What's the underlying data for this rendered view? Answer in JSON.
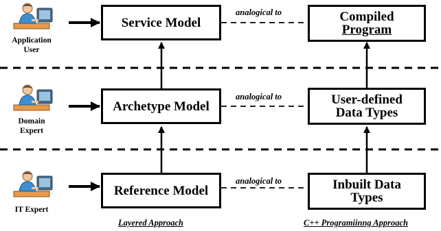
{
  "actors": [
    {
      "label_line1": "Application",
      "label_line2": "User"
    },
    {
      "label_line1": "Domain",
      "label_line2": "Expert"
    },
    {
      "label_line1": "IT Expert",
      "label_line2": ""
    }
  ],
  "layered_boxes": [
    "Service Model",
    "Archetype Model",
    "Reference Model"
  ],
  "cpp_boxes": [
    {
      "line1": "Compiled",
      "line2": "Program"
    },
    {
      "line1": "User-defined",
      "line2": "Data Types"
    },
    {
      "line1": "Inbuilt Data",
      "line2": "Types"
    }
  ],
  "relation_label": "analogical to",
  "captions": {
    "left": "Layered Approach",
    "right": "C++ Programiinng Approach"
  },
  "icons": {
    "actor": "person-at-computer-icon"
  }
}
